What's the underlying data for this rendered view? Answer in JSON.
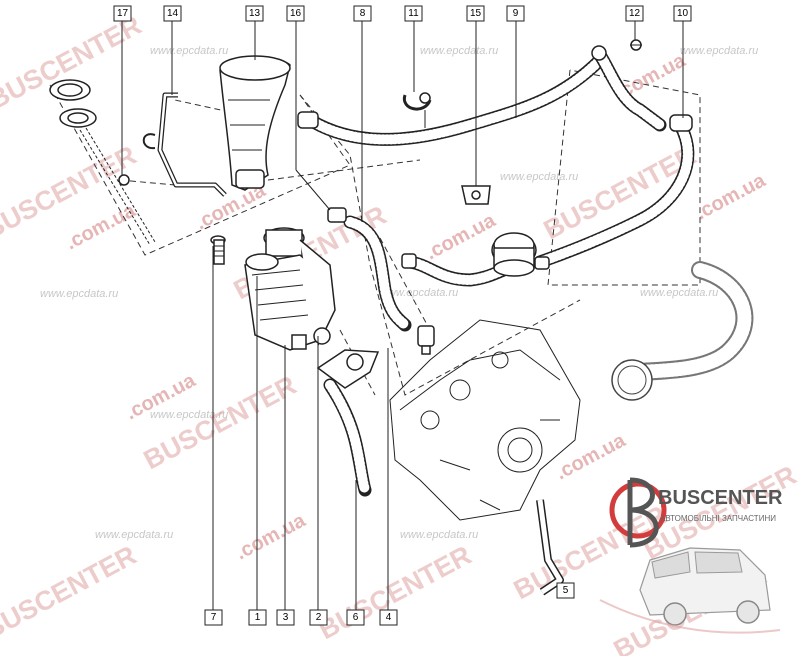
{
  "callouts": [
    {
      "id": "c17",
      "label": "17"
    },
    {
      "id": "c14",
      "label": "14"
    },
    {
      "id": "c13",
      "label": "13"
    },
    {
      "id": "c16",
      "label": "16"
    },
    {
      "id": "c8",
      "label": "8"
    },
    {
      "id": "c11",
      "label": "11"
    },
    {
      "id": "c15",
      "label": "15"
    },
    {
      "id": "c9",
      "label": "9"
    },
    {
      "id": "c12",
      "label": "12"
    },
    {
      "id": "c10",
      "label": "10"
    },
    {
      "id": "c7",
      "label": "7"
    },
    {
      "id": "c1",
      "label": "1"
    },
    {
      "id": "c3",
      "label": "3"
    },
    {
      "id": "c2",
      "label": "2"
    },
    {
      "id": "c6",
      "label": "6"
    },
    {
      "id": "c4",
      "label": "4"
    },
    {
      "id": "c5",
      "label": "5"
    }
  ],
  "watermarks": {
    "brand": "BUSCENTER",
    "domain": ".com.ua",
    "epc": "www.epcdata.ru"
  },
  "logo": {
    "title": "BUSCENTER",
    "subtitle": "АВТОМОБІЛЬНІ ЗАПЧАСТИНИ"
  },
  "colors": {
    "watermark": "#e0a3a3",
    "logo_red": "#d23c3c",
    "line": "#222222"
  }
}
